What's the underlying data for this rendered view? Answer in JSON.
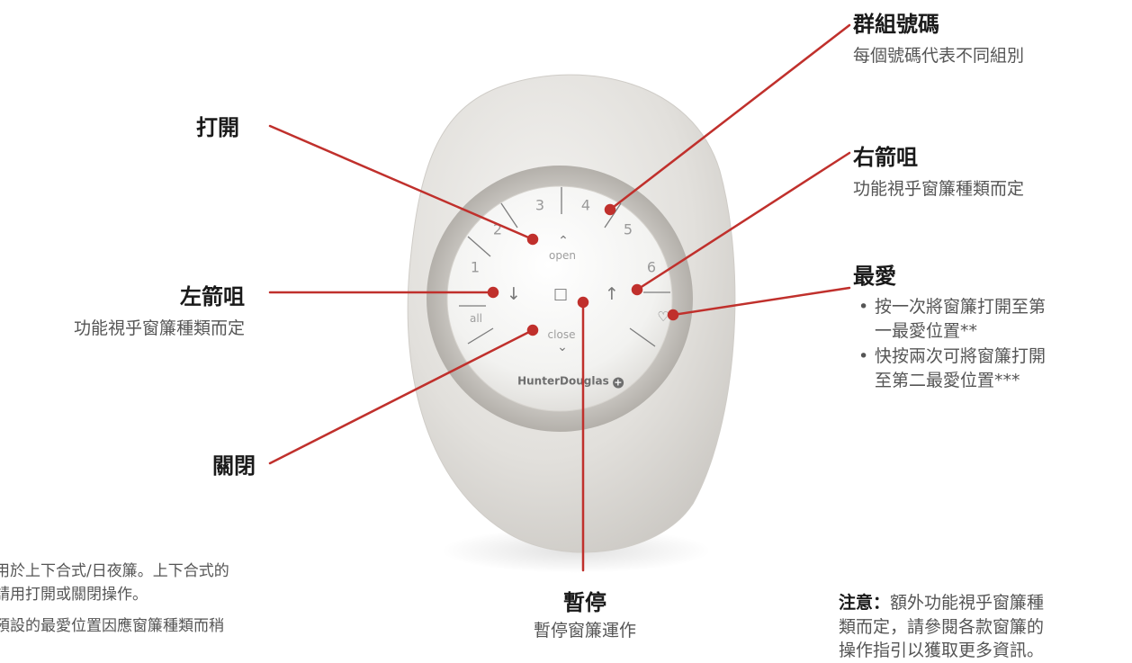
{
  "callouts": {
    "group_numbers": {
      "title": "群組號碼",
      "desc": "每個號碼代表不同組別"
    },
    "right_arrow": {
      "title": "右箭咀",
      "desc": "功能視乎窗簾種類而定"
    },
    "favorite": {
      "title": "最愛",
      "bullets": [
        "按一次將窗簾打開至第",
        "一最愛位置**",
        "快按兩次可將窗簾打開",
        "至第二最愛位置***"
      ]
    },
    "open": {
      "title": "打開"
    },
    "left_arrow": {
      "title": "左箭咀",
      "desc": "功能視乎窗簾種類而定"
    },
    "close": {
      "title": "關閉"
    },
    "pause": {
      "title": "暫停",
      "desc": "暫停窗簾運作"
    }
  },
  "footnotes": {
    "line1": "用於上下合式/日夜簾。上下合式的",
    "line2": "請用打開或關閉操作。",
    "line3": "預設的最愛位置因應窗簾種類而稍"
  },
  "note": {
    "label": "注意：",
    "line1": "額外功能視乎窗簾種",
    "line2": "類而定，請參閱各款窗簾的",
    "line3": "操作指引以獲取更多資訊。"
  },
  "remote": {
    "numbers": [
      "1",
      "2",
      "3",
      "4",
      "5",
      "6"
    ],
    "all_label": "all",
    "open_label": "open",
    "close_label": "close",
    "brand": "HunterDouglas",
    "icons": {
      "open_chevron": "chevron-up-icon",
      "close_chevron": "chevron-down-icon",
      "left_arrow": "arrow-down-icon",
      "right_arrow": "arrow-up-icon",
      "stop": "stop-square-icon",
      "favorite": "heart-icon",
      "brand_logo": "plus-circle-icon"
    }
  },
  "colors": {
    "leader_line": "#c0302c",
    "text_dark": "#1a1a1a",
    "text_grey": "#555555"
  }
}
